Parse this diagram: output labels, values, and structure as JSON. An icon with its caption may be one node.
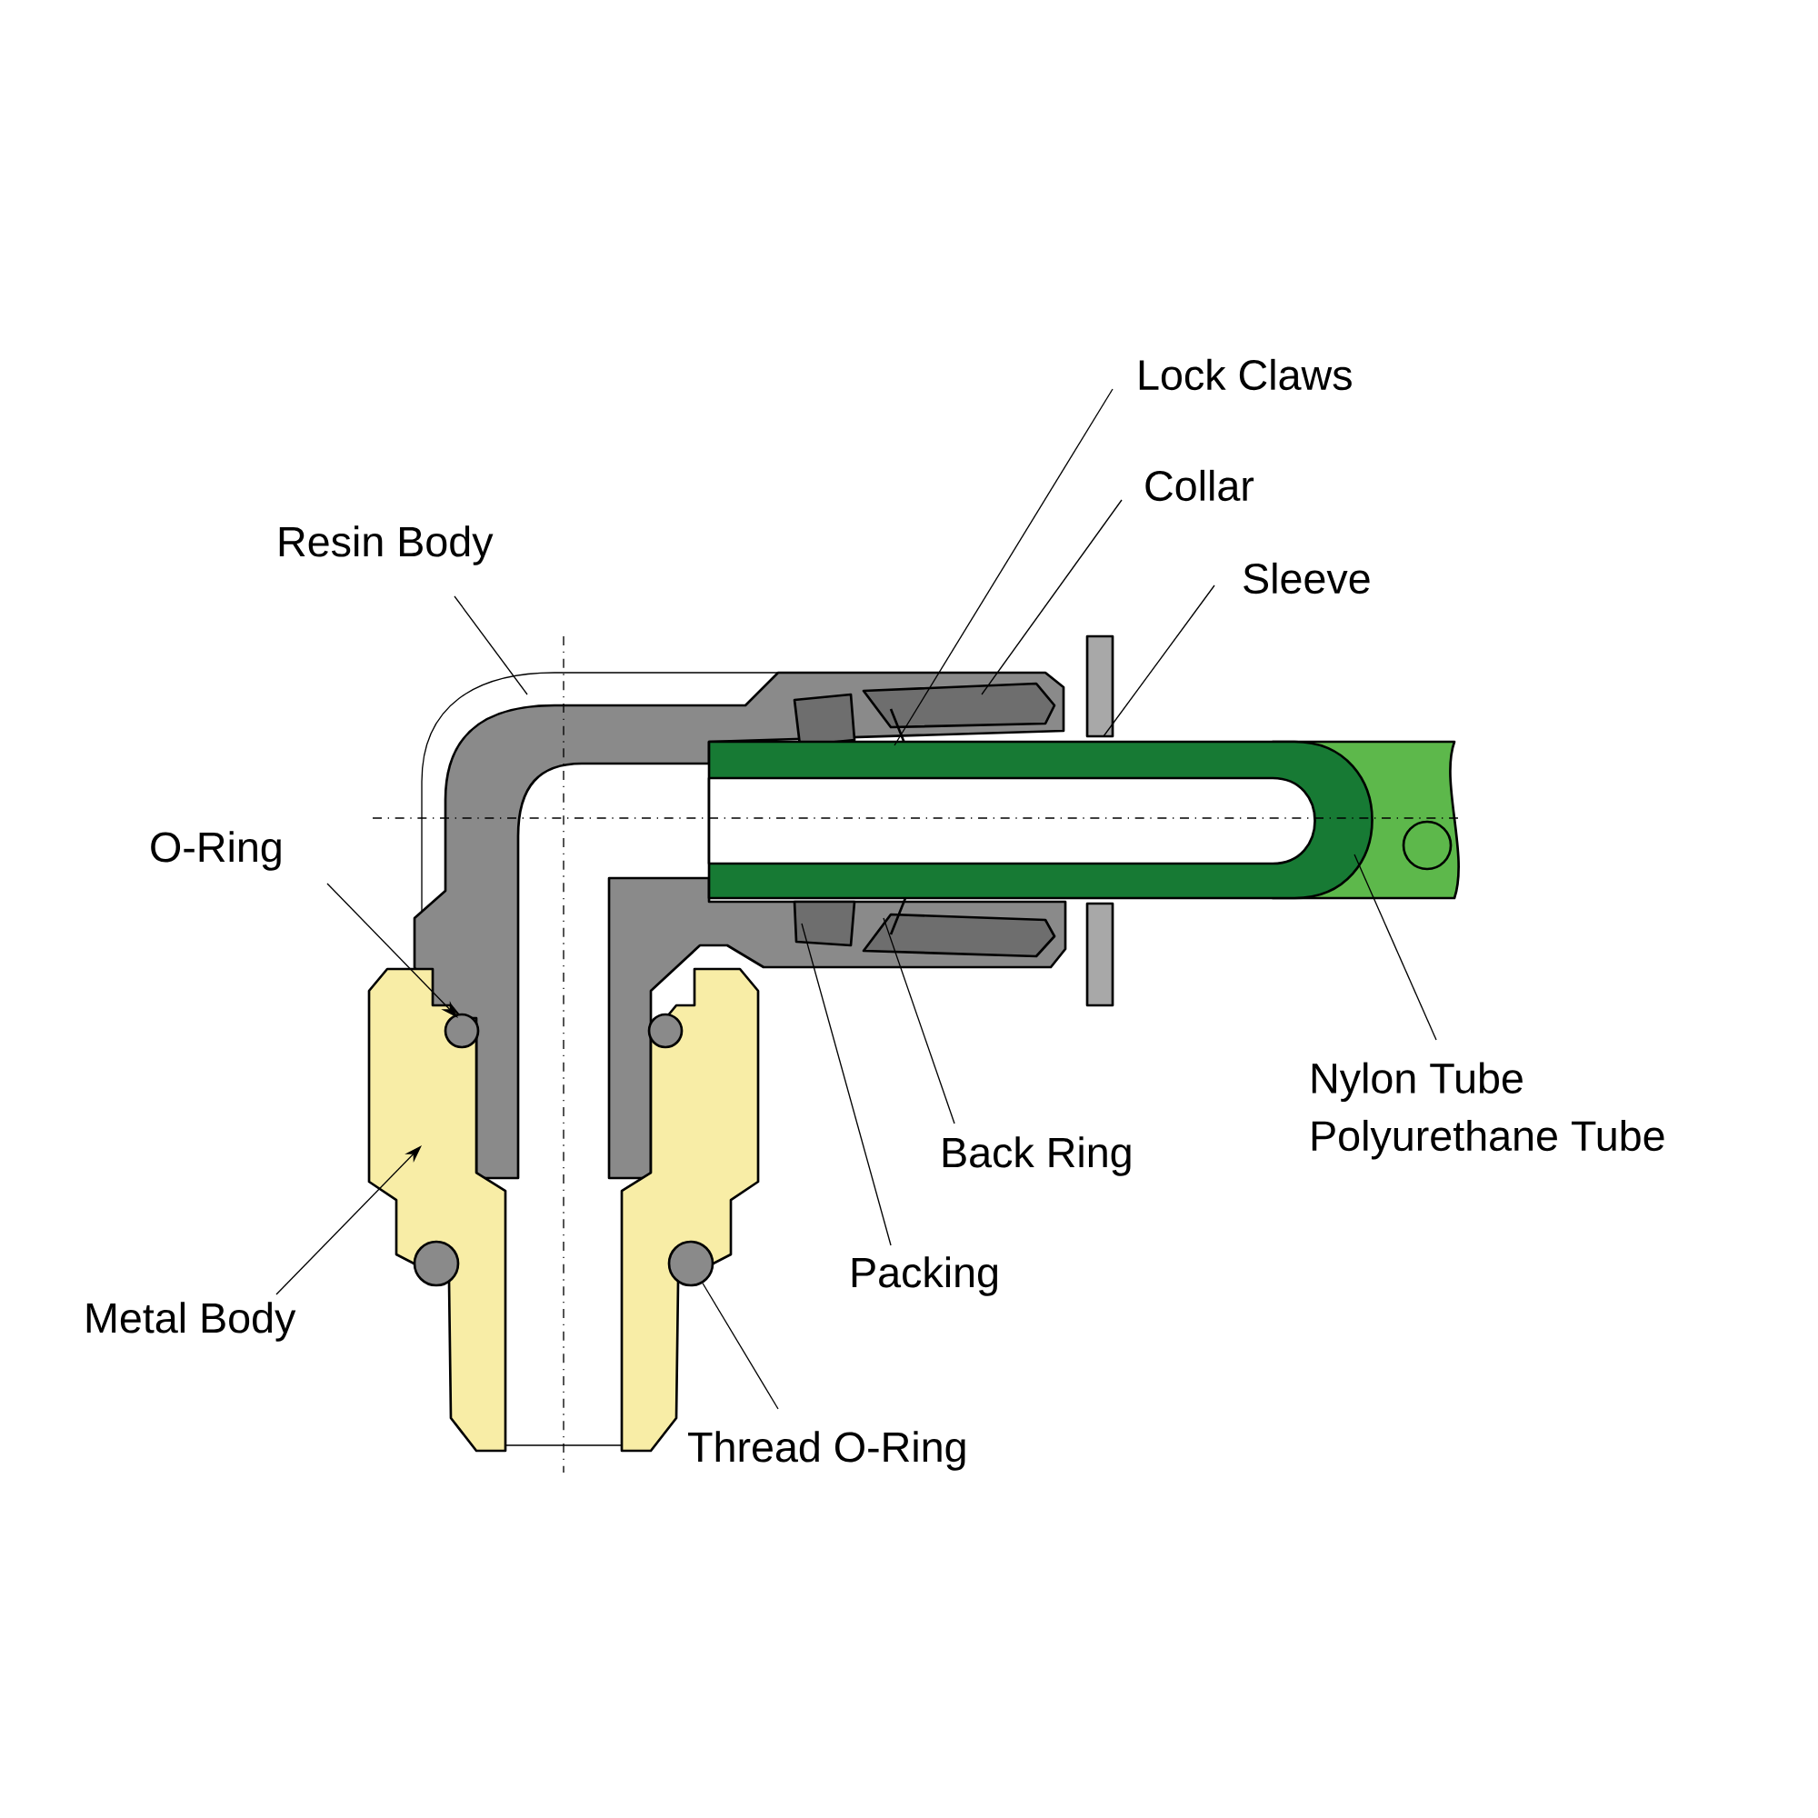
{
  "diagram": {
    "nodes": [
      {
        "text": [
          "Lock Claws"
        ]
      },
      {
        "text": [
          "Collar"
        ]
      },
      {
        "text": [
          "Sleeve"
        ]
      },
      {
        "text": [
          "Resin Body"
        ]
      },
      {
        "text": [
          "O-Ring"
        ]
      },
      {
        "text": [
          "Nylon Tube",
          "Polyurethane Tube"
        ]
      },
      {
        "text": [
          "Back Ring"
        ]
      },
      {
        "text": [
          "Packing"
        ]
      },
      {
        "text": [
          "Metal Body"
        ]
      },
      {
        "text": [
          "Thread O-Ring"
        ]
      },
      {
        "text": [],
        "shape": "circle"
      }
    ],
    "edges": [
      {
        "from": 0,
        "to": null,
        "arrow": "none"
      },
      {
        "from": 1,
        "to": null,
        "arrow": "none"
      },
      {
        "from": 2,
        "to": null,
        "arrow": "none"
      },
      {
        "from": 3,
        "to": null,
        "arrow": "none"
      },
      {
        "from": 4,
        "to": null,
        "arrow": "to"
      },
      {
        "from": 5,
        "to": null,
        "arrow": "none"
      },
      {
        "from": 6,
        "to": null,
        "arrow": "none"
      },
      {
        "from": 7,
        "to": null,
        "arrow": "none"
      },
      {
        "from": 8,
        "to": null,
        "arrow": "to"
      },
      {
        "from": 9,
        "to": 10,
        "arrow": "none"
      }
    ]
  }
}
